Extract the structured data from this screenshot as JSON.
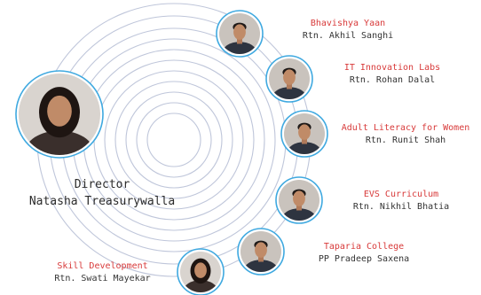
{
  "colors": {
    "ring": "#bfc6da",
    "accent_blue": "#3fa9e0",
    "project_red": "#d83a3a",
    "name_gray": "#333333"
  },
  "director": {
    "role": "Director",
    "name": "Natasha Treasurywalla",
    "photo_icon": "portrait-photo-woman"
  },
  "members": [
    {
      "project": "Bhavishya Yaan",
      "name": "Rtn. Akhil Sanghi",
      "photo_icon": "portrait-photo-man"
    },
    {
      "project": "IT Innovation Labs",
      "name": "Rtn. Rohan Dalal",
      "photo_icon": "portrait-photo-man"
    },
    {
      "project": "Adult Literacy for Women",
      "name": "Rtn. Runit Shah",
      "photo_icon": "portrait-photo-man"
    },
    {
      "project": "EVS Curriculum",
      "name": "Rtn. Nikhil Bhatia",
      "photo_icon": "portrait-photo-man"
    },
    {
      "project": "Taparia College",
      "name": "PP Pradeep Saxena",
      "photo_icon": "portrait-photo-man"
    },
    {
      "project": "Skill Development",
      "name": "Rtn. Swati Mayekar",
      "photo_icon": "portrait-photo-woman"
    }
  ]
}
